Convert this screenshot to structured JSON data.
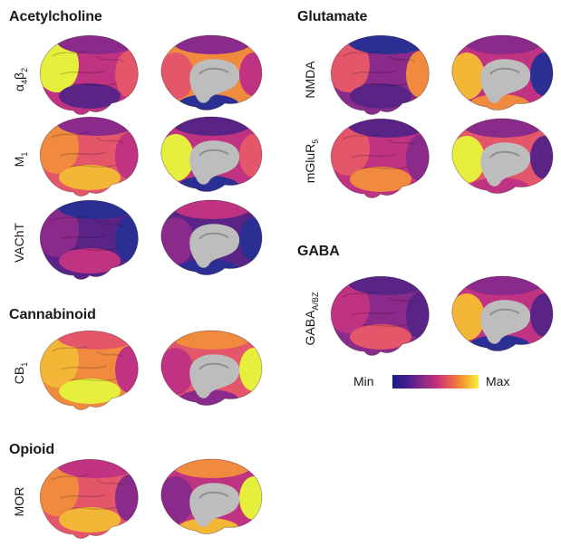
{
  "palette": {
    "c0": "#2b2f93",
    "c1": "#5a2487",
    "c2": "#8a2a8a",
    "c3": "#c03282",
    "c4": "#e4566a",
    "c5": "#f08a3f",
    "c6": "#f4b637",
    "c7": "#e6f03c",
    "cortex_gray": "#bdbdbd"
  },
  "colorbar": {
    "min_label": "Min",
    "max_label": "Max"
  },
  "groups": [
    {
      "title": "Acetylcholine",
      "rows": [
        {
          "label_base": "α",
          "label_sub1": "4",
          "label_mid": "β",
          "label_sub2": "2",
          "lateral": {
            "base": "c3",
            "front": "c7",
            "top": "c2",
            "temporal": "c1",
            "back": "c4"
          },
          "medial": {
            "base": "c5",
            "front": "c4",
            "top": "c2",
            "bottom": "c0",
            "back": "c3"
          }
        },
        {
          "label_base": "M",
          "label_sub1": "1",
          "label_mid": "",
          "label_sub2": "",
          "lateral": {
            "base": "c4",
            "front": "c5",
            "top": "c2",
            "temporal": "c6",
            "back": "c3"
          },
          "medial": {
            "base": "c3",
            "front": "c7",
            "top": "c1",
            "bottom": "c0",
            "back": "c4"
          }
        },
        {
          "label_base": "VAChT",
          "label_sub1": "",
          "label_mid": "",
          "label_sub2": "",
          "lateral": {
            "base": "c1",
            "front": "c2",
            "top": "c0",
            "temporal": "c3",
            "back": "c0"
          },
          "medial": {
            "base": "c1",
            "front": "c2",
            "top": "c3",
            "bottom": "c0",
            "back": "c0"
          }
        }
      ]
    },
    {
      "title": "Cannabinoid",
      "rows": [
        {
          "label_base": "CB",
          "label_sub1": "1",
          "label_mid": "",
          "label_sub2": "",
          "lateral": {
            "base": "c5",
            "front": "c6",
            "top": "c4",
            "temporal": "c7",
            "back": "c3"
          },
          "medial": {
            "base": "c4",
            "front": "c3",
            "top": "c5",
            "bottom": "c2",
            "back": "c7"
          }
        }
      ]
    },
    {
      "title": "Opioid",
      "rows": [
        {
          "label_base": "MOR",
          "label_sub1": "",
          "label_mid": "",
          "label_sub2": "",
          "lateral": {
            "base": "c4",
            "front": "c5",
            "top": "c3",
            "temporal": "c6",
            "back": "c2"
          },
          "medial": {
            "base": "c3",
            "front": "c2",
            "top": "c5",
            "bottom": "c6",
            "back": "c7"
          }
        }
      ]
    },
    {
      "title": "Glutamate",
      "rows": [
        {
          "label_base": "NMDA",
          "label_sub1": "",
          "label_mid": "",
          "label_sub2": "",
          "lateral": {
            "base": "c2",
            "front": "c4",
            "top": "c0",
            "temporal": "c1",
            "back": "c5"
          },
          "medial": {
            "base": "c3",
            "front": "c6",
            "top": "c2",
            "bottom": "c5",
            "back": "c0"
          }
        },
        {
          "label_base": "mGluR",
          "label_sub1": "5",
          "label_mid": "",
          "label_sub2": "",
          "lateral": {
            "base": "c3",
            "front": "c4",
            "top": "c1",
            "temporal": "c5",
            "back": "c2"
          },
          "medial": {
            "base": "c4",
            "front": "c7",
            "top": "c2",
            "bottom": "c3",
            "back": "c1"
          }
        }
      ]
    },
    {
      "title": "GABA",
      "rows": [
        {
          "label_base": "GABA",
          "label_sub1": "A/BZ",
          "label_mid": "",
          "label_sub2": "",
          "lateral": {
            "base": "c2",
            "front": "c3",
            "top": "c1",
            "temporal": "c4",
            "back": "c1"
          },
          "medial": {
            "base": "c3",
            "front": "c6",
            "top": "c2",
            "bottom": "c0",
            "back": "c1"
          }
        }
      ]
    }
  ]
}
